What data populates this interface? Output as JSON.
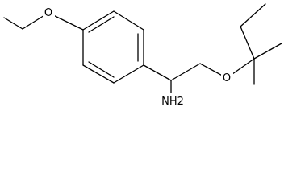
{
  "molecule": {
    "atoms": {
      "ethoxy_oxygen": "O",
      "ether_oxygen": "O",
      "amine": "NH2"
    }
  }
}
